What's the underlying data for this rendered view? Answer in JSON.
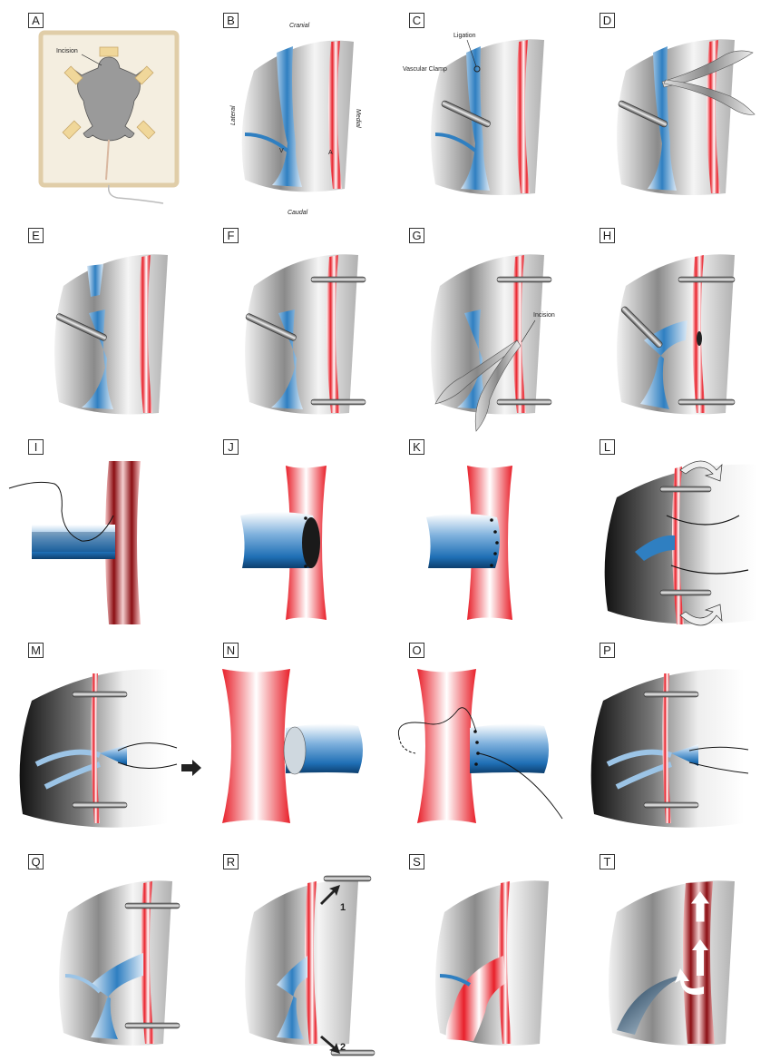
{
  "panels": [
    {
      "id": "A",
      "labels": {
        "incision": "Incision"
      }
    },
    {
      "id": "B",
      "labels": {
        "cranial": "Cranial",
        "caudal": "Caudal",
        "lateral": "Lateral",
        "medial": "Medial",
        "vein": "V",
        "artery": "A"
      }
    },
    {
      "id": "C",
      "labels": {
        "ligation": "Ligation",
        "clamp": "Vascular Clamp"
      }
    },
    {
      "id": "D"
    },
    {
      "id": "E"
    },
    {
      "id": "F"
    },
    {
      "id": "G",
      "labels": {
        "incision": "Incision"
      }
    },
    {
      "id": "H"
    },
    {
      "id": "I"
    },
    {
      "id": "J"
    },
    {
      "id": "K"
    },
    {
      "id": "L"
    },
    {
      "id": "M"
    },
    {
      "id": "N"
    },
    {
      "id": "O"
    },
    {
      "id": "P"
    },
    {
      "id": "Q"
    },
    {
      "id": "R",
      "labels": {
        "step1": "1",
        "step2": "2"
      }
    },
    {
      "id": "S"
    },
    {
      "id": "T"
    }
  ],
  "colors": {
    "artery": "#e8202a",
    "vein": "#2f7fc1",
    "tissue": "#9a9a9a",
    "dark": "#1a1a1a"
  }
}
